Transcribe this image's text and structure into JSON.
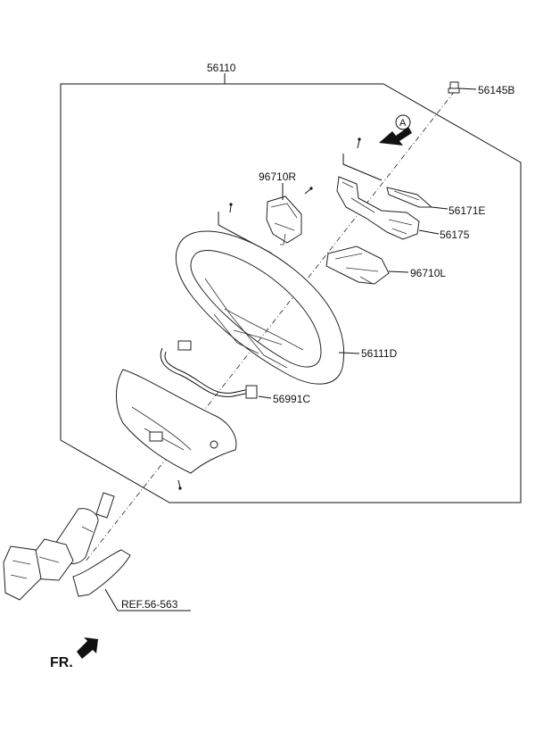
{
  "labels": {
    "assembly": "56110",
    "bolt": "56145B",
    "view_marker": "A",
    "switch_right": "96710R",
    "cover_e": "56171E",
    "bracket": "56175",
    "switch_left": "96710L",
    "steering_wheel": "56111D",
    "wiring": "56991C",
    "reference": "REF.56-563",
    "front": "FR."
  }
}
